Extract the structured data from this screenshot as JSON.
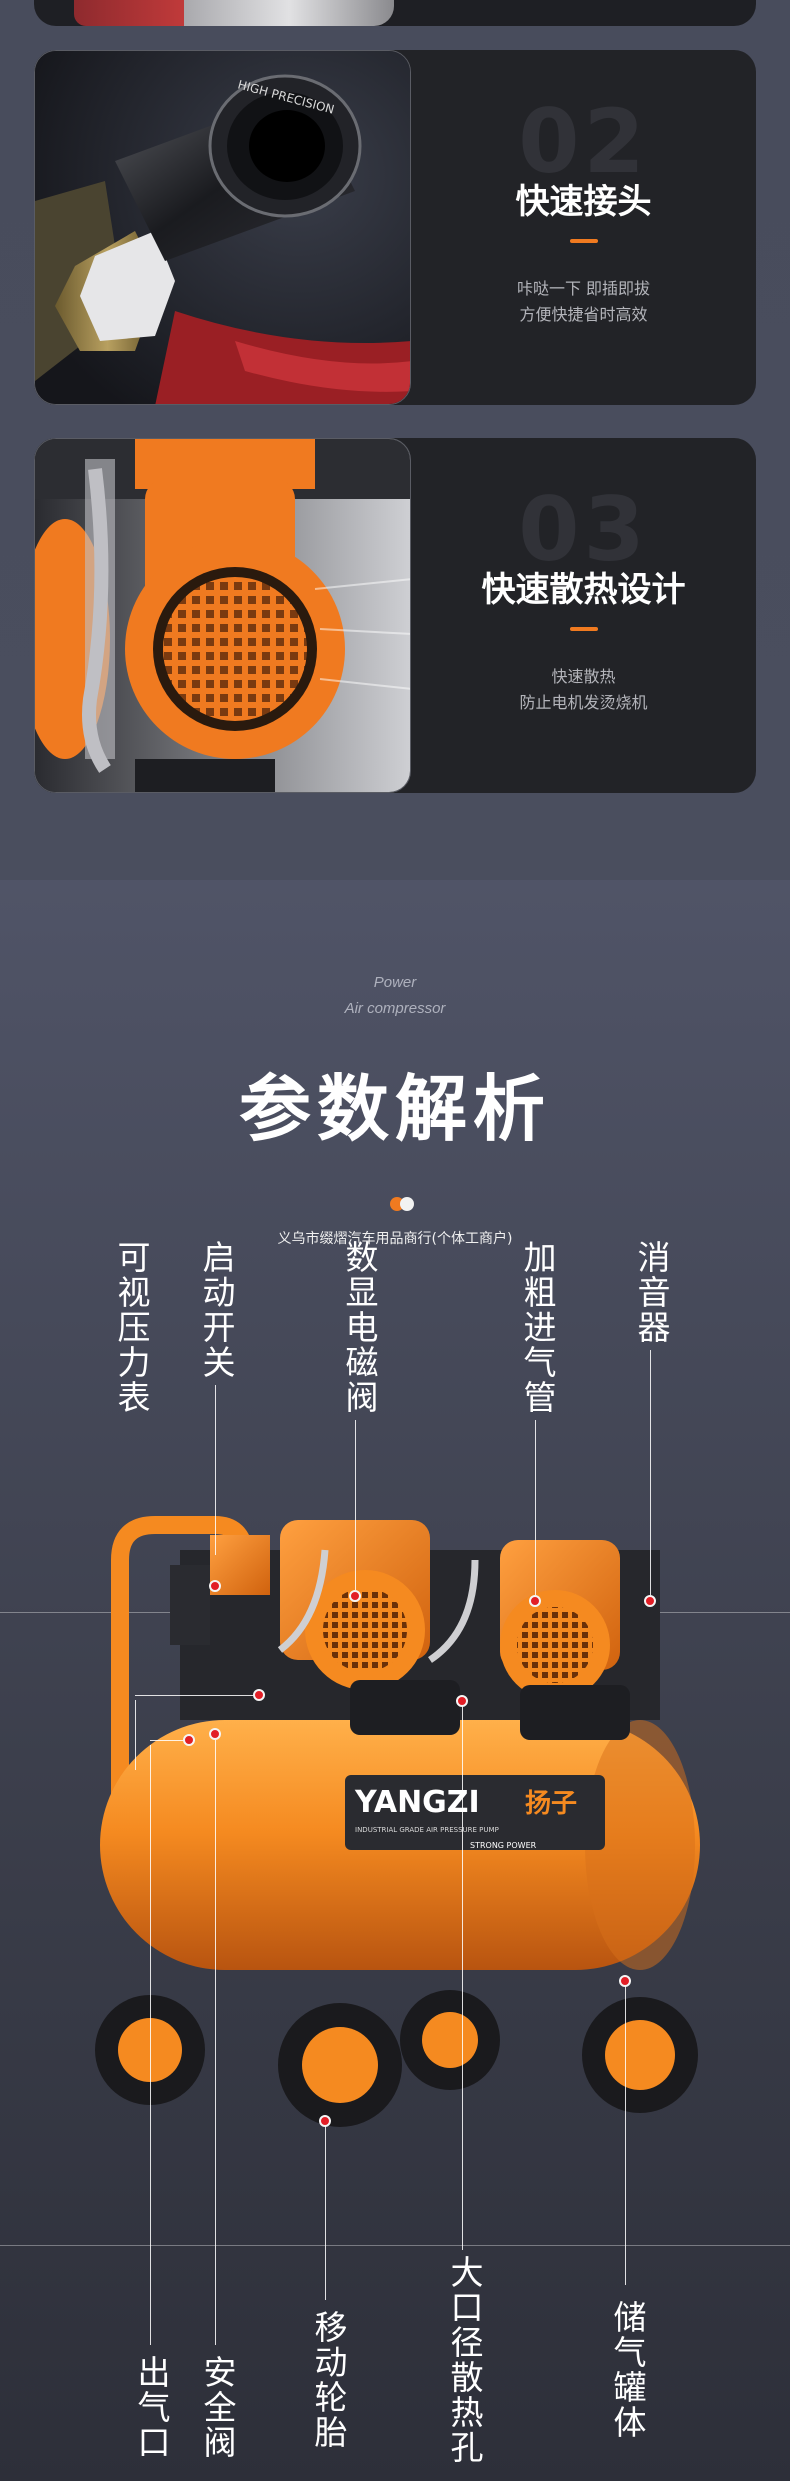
{
  "features": [
    {
      "number": "02",
      "title": "快速接头",
      "desc": [
        "咔哒一下 即插即拔",
        "方便快捷省时高效"
      ],
      "image_icon": "quick-coupler-icon"
    },
    {
      "number": "03",
      "title": "快速散热设计",
      "desc": [
        "快速散热",
        "防止电机发烫烧机"
      ],
      "image_icon": "cooling-fan-icon"
    }
  ],
  "coupler_engraving": "HIGH PRECISION",
  "params": {
    "english_line1": "Power",
    "english_line2": "Air compressor",
    "title": "参数解析",
    "shop": "义乌市缀熠汽车用品商行(个体工商户)"
  },
  "top_labels": [
    "可视压力表",
    "启动开关",
    "数显电磁阀",
    "加粗进气管",
    "消音器"
  ],
  "bottom_labels": [
    "出气口",
    "安全阀",
    "移动轮胎",
    "大口径散热孔",
    "储气罐体"
  ],
  "product": {
    "brand": "YANGZI",
    "brand_cn": "扬子",
    "subline": "INDUSTRIAL GRADE AIR PRESSURE PUMP",
    "badge": "STRONG POWER"
  },
  "colors": {
    "accent": "#f07a20",
    "marker": "#e21e26",
    "card_bg": "#222327"
  }
}
